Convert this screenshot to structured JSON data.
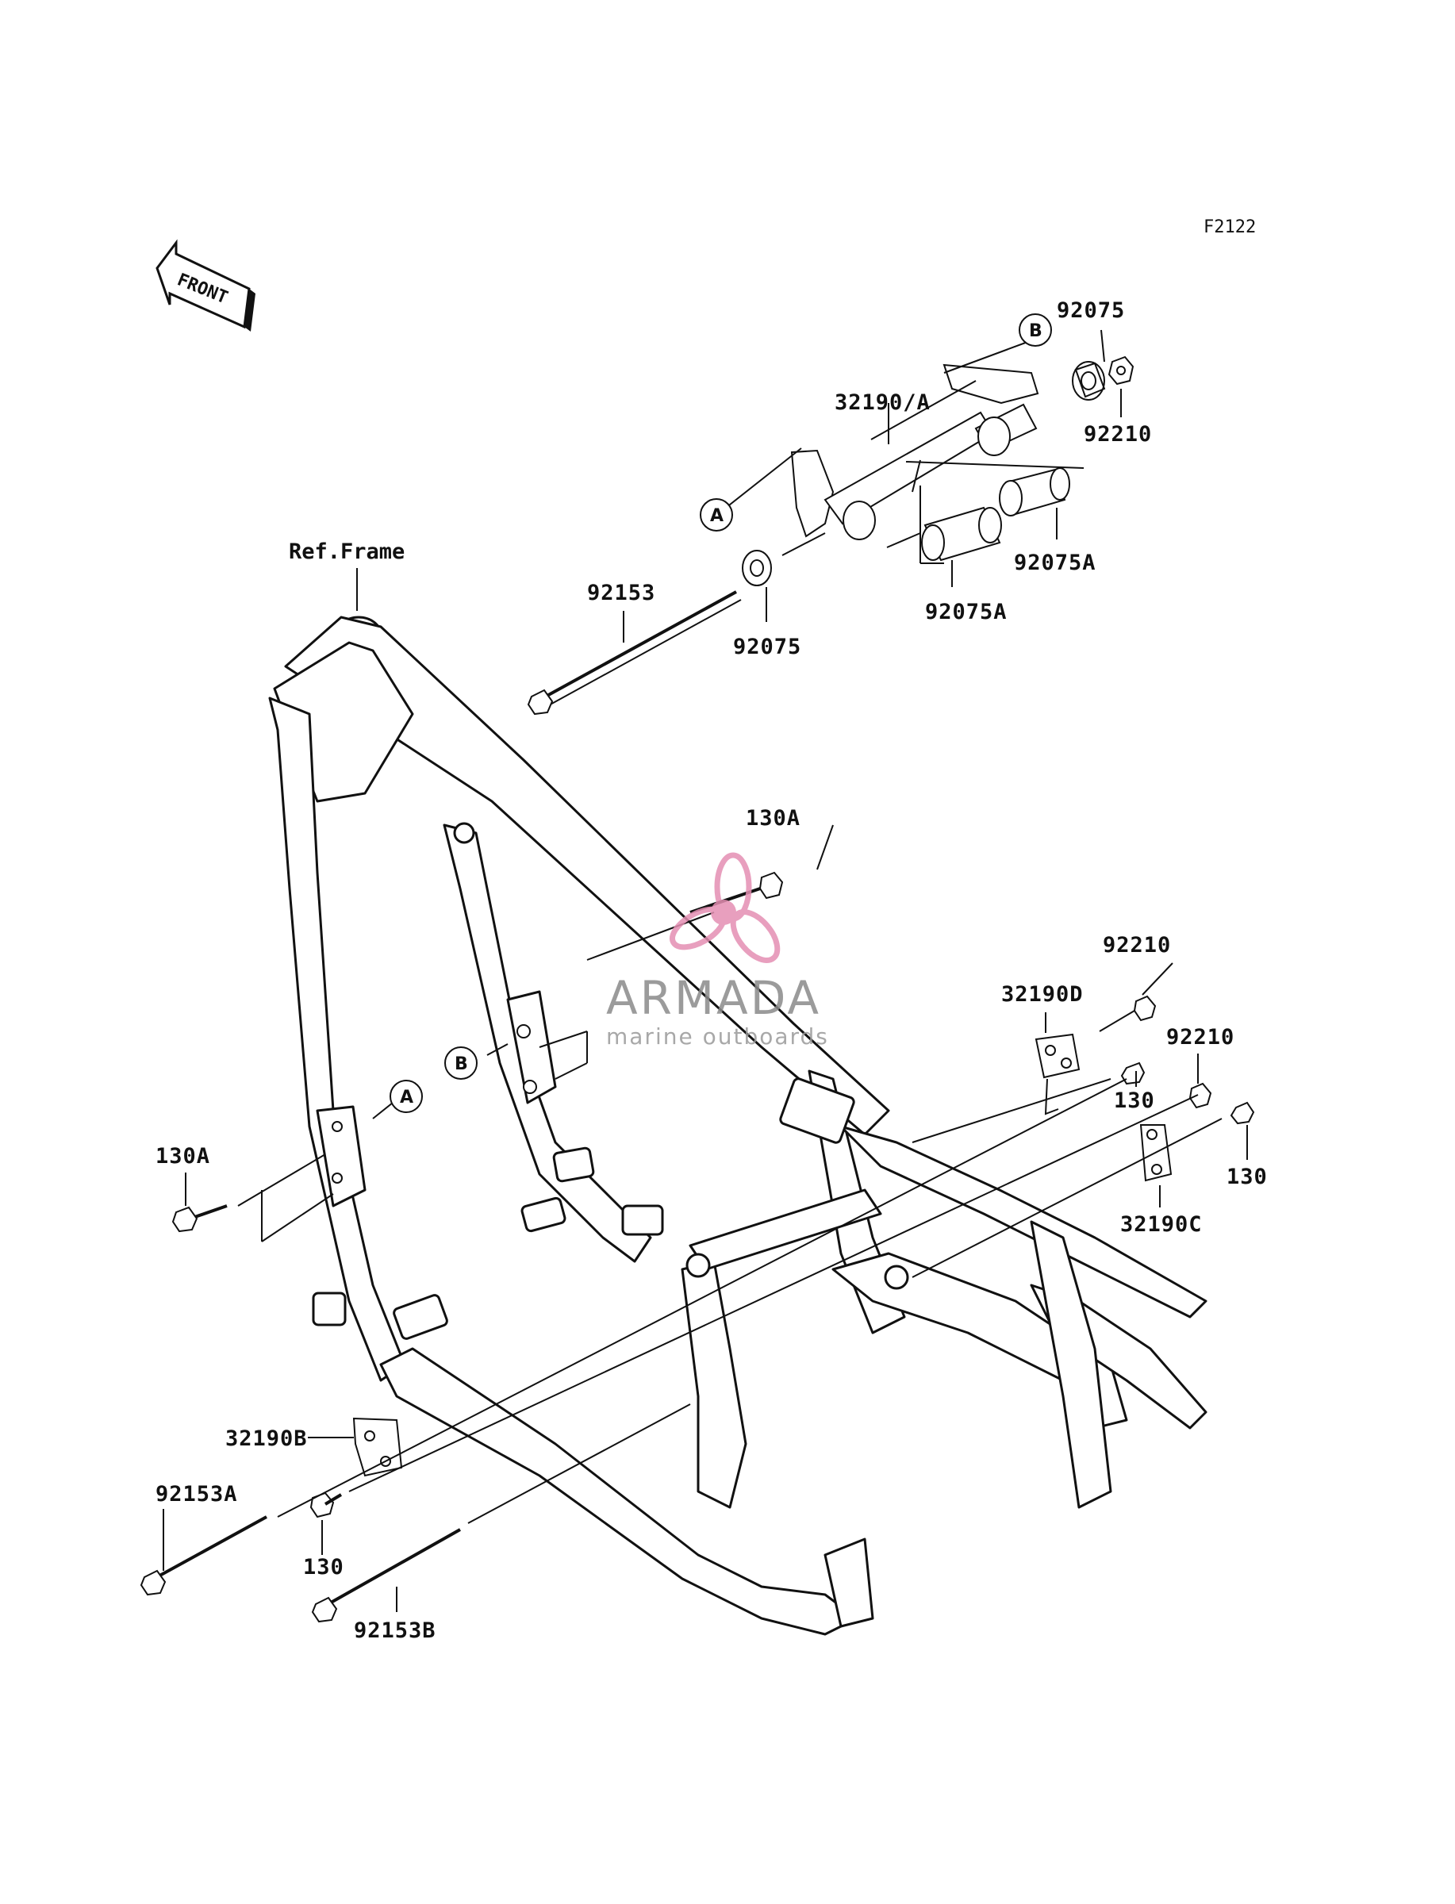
{
  "figure_code": "F2122",
  "front_label": "FRONT",
  "ref_frame_label": "Ref.Frame",
  "watermark": {
    "brand": "ARMADA",
    "tagline": "marine outboards",
    "accent_color": "#e58fb3",
    "text_color": "#8a8a8a"
  },
  "callouts": {
    "a_top": "A",
    "b_top": "B",
    "a_left": "A",
    "b_mid": "B"
  },
  "parts": {
    "p92075_top": "92075",
    "p92210_top": "92210",
    "p32190A": "32190/A",
    "p92075A_right": "92075A",
    "p92075A_mid": "92075A",
    "p92153": "92153",
    "p92075_mid": "92075",
    "p130A_top": "130A",
    "p92210_r1": "92210",
    "p32190D": "32190D",
    "p92210_r2": "92210",
    "p130_r1": "130",
    "p130_r2": "130",
    "p32190C": "32190C",
    "p130A_left": "130A",
    "p32190B": "32190B",
    "p92153A": "92153A",
    "p130_bottom": "130",
    "p92153B": "92153B"
  }
}
